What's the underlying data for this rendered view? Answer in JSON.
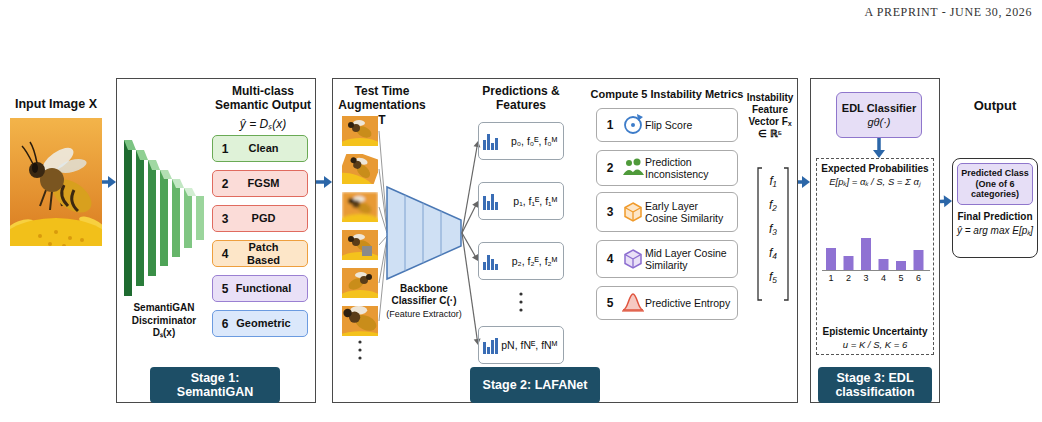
{
  "diagram": {
    "nodes": [
      {
        "text": [
          "Input Image X"
        ]
      },
      {
        "text": [
          "Multi-class Semantic Output",
          "ŷ = Dₛ(x)"
        ]
      },
      {
        "text": [
          "SemantiGAN Discriminator Dₛ(x)"
        ],
        "in": 1
      },
      {
        "text": [
          "1",
          "Clean"
        ],
        "in": 1
      },
      {
        "text": [
          "2",
          "FGSM"
        ],
        "in": 1
      },
      {
        "text": [
          "3",
          "PGD"
        ],
        "in": 1
      },
      {
        "text": [
          "4",
          "Patch Based"
        ],
        "in": 1
      },
      {
        "text": [
          "5",
          "Functional"
        ],
        "in": 1
      },
      {
        "text": [
          "6",
          "Geometric"
        ],
        "in": 1
      },
      {
        "text": [
          "Stage 1: SemantiGAN"
        ],
        "in": 1
      },
      {
        "text": [
          "Test Time Augmentations T"
        ]
      },
      {
        "text": [
          "Backbone Classifier C(·)",
          "(Feature Extractor)"
        ],
        "in": 10
      },
      {
        "text": [
          "p₀, f₀ᴱ, f₀ᴹ"
        ],
        "in": 10
      },
      {
        "text": [
          "p₁, f₁ᴱ, f₁ᴹ"
        ],
        "in": 10
      },
      {
        "text": [
          "p₂, f₂ᴱ, f₂ᴹ"
        ],
        "in": 10
      },
      {
        "text": [
          "pN, fNᴱ, fNᴹ"
        ],
        "in": 10
      },
      {
        "text": [
          "1",
          "Flip Score"
        ],
        "in": 10
      },
      {
        "text": [
          "2",
          "Prediction Inconsistency"
        ],
        "in": 10
      },
      {
        "text": [
          "3",
          "Early Layer Cosine Similarity"
        ],
        "in": 10
      },
      {
        "text": [
          "4",
          "Mid Layer Cosine Similarity"
        ],
        "in": 10
      },
      {
        "text": [
          "5",
          "Predictive Entropy"
        ],
        "in": 10
      },
      {
        "text": [
          "Stage 2: LAFANet"
        ],
        "in": 10
      },
      {
        "text": []
      },
      {
        "text": [
          "EDL Classifier",
          "gθ(·)"
        ],
        "in": 22
      },
      {
        "text": [
          "Expected Probabilities",
          "E[pₖ] = αₖ / S, S = Σ αⱼ",
          "Epistemic Uncertainty",
          "u = K / S, K = 6"
        ],
        "in": 22
      },
      {
        "text": [
          "Stage 3: EDL classification"
        ],
        "in": 22
      },
      {
        "text": [
          "Final Prediction",
          "ŷ = arg max E[pₖ]"
        ]
      },
      {
        "text": [
          "Predicted Class (One of 6 categories)"
        ],
        "in": 26
      }
    ],
    "edges": [
      {
        "from": 0,
        "to": 1,
        "arrow": "to"
      },
      {
        "from": 1,
        "to": 10,
        "arrow": "to"
      },
      {
        "from": 11,
        "to": 12,
        "arrow": "to"
      },
      {
        "from": 11,
        "to": 13,
        "arrow": "to"
      },
      {
        "from": 11,
        "to": 14,
        "arrow": "to"
      },
      {
        "from": 11,
        "to": 15,
        "arrow": "to"
      },
      {
        "from": 10,
        "to": 22,
        "arrow": "to"
      },
      {
        "from": 23,
        "to": 24,
        "arrow": "to"
      },
      {
        "from": 22,
        "to": 26,
        "arrow": "to"
      }
    ],
    "labels": [
      "A PREPRINT - JUNE 30, 2026",
      "Predictions & Features",
      "Compute 5 Instability Metrics",
      "Instability Feature Vector Fₓ ∈ ℝ⁵",
      "f₁",
      "f₂",
      "f₃",
      "f₄",
      "f₅",
      "1",
      "2",
      "3",
      "4",
      "5",
      "6",
      "Output"
    ]
  }
}
